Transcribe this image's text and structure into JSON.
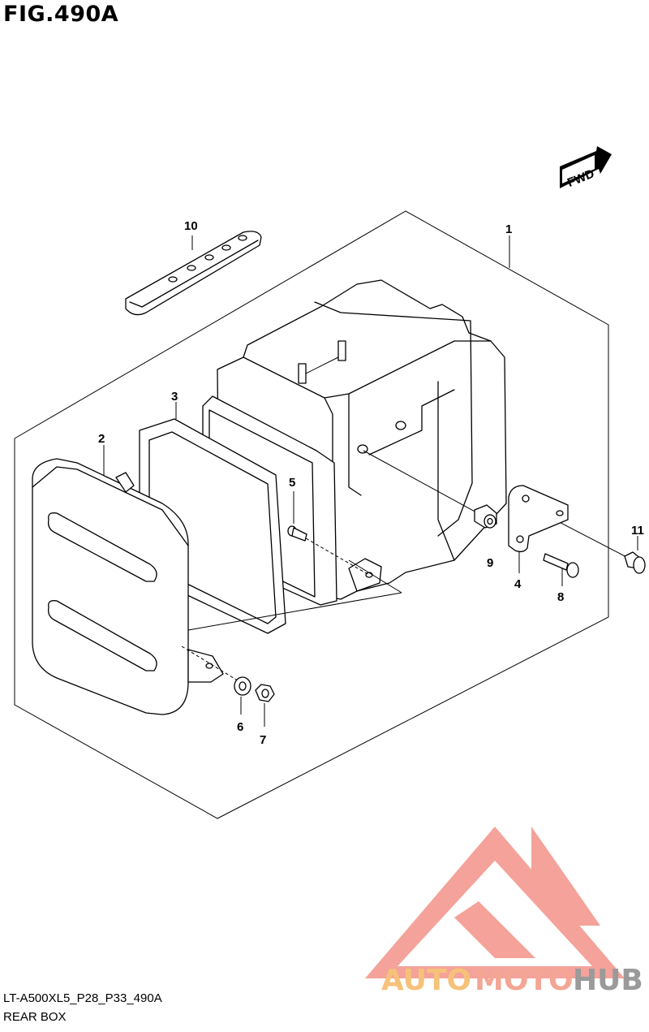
{
  "figure": {
    "title": "FIG.490A",
    "code": "LT-A500XL5_P28_P33_490A",
    "name": "REAR BOX"
  },
  "direction_badge": {
    "text": "FWD"
  },
  "callouts": [
    "1",
    "2",
    "3",
    "4",
    "5",
    "6",
    "7",
    "8",
    "9",
    "10",
    "11"
  ],
  "watermark": {
    "brand_parts": [
      "AUTO",
      "MOTO",
      "HUB"
    ],
    "colors": {
      "triangle": "#f28c82",
      "auto": "#f6c27a",
      "moto": "#f4a594",
      "hub": "#9a9a9a"
    }
  }
}
